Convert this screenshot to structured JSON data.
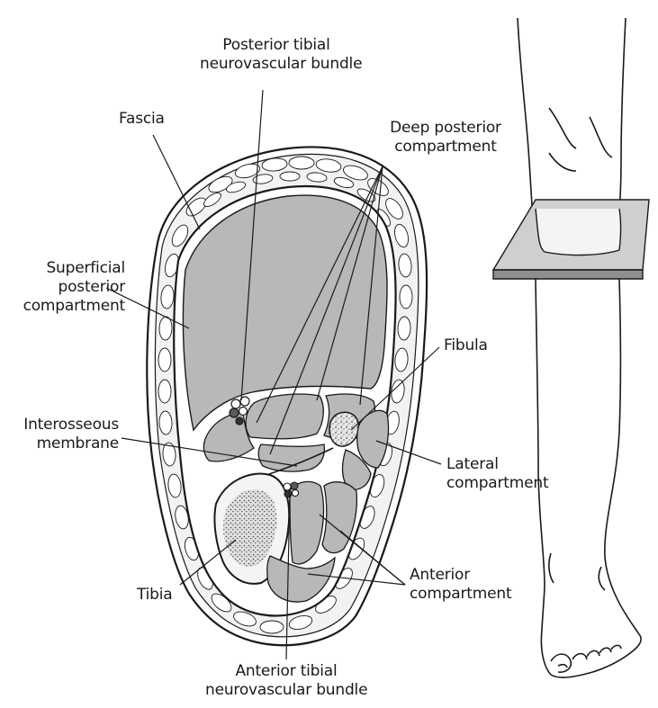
{
  "labels": {
    "posterior_tibial_bundle": [
      "Posterior tibial",
      "neurovascular bundle"
    ],
    "fascia": "Fascia",
    "deep_posterior": [
      "Deep posterior",
      "compartment"
    ],
    "superficial_posterior": [
      "Superficial",
      "posterior",
      "compartment"
    ],
    "fibula": "Fibula",
    "interosseous_membrane": [
      "Interosseous",
      "membrane"
    ],
    "lateral": [
      "Lateral",
      "compartment"
    ],
    "tibia": "Tibia",
    "anterior": [
      "Anterior",
      "compartment"
    ],
    "anterior_tibial_bundle": [
      "Anterior tibial",
      "neurovascular bundle"
    ]
  },
  "colors": {
    "ink": "#1a1a1a",
    "muscle_fill": "#b8b8b8",
    "light_fill": "#e6e6e6",
    "paper": "#ffffff"
  }
}
